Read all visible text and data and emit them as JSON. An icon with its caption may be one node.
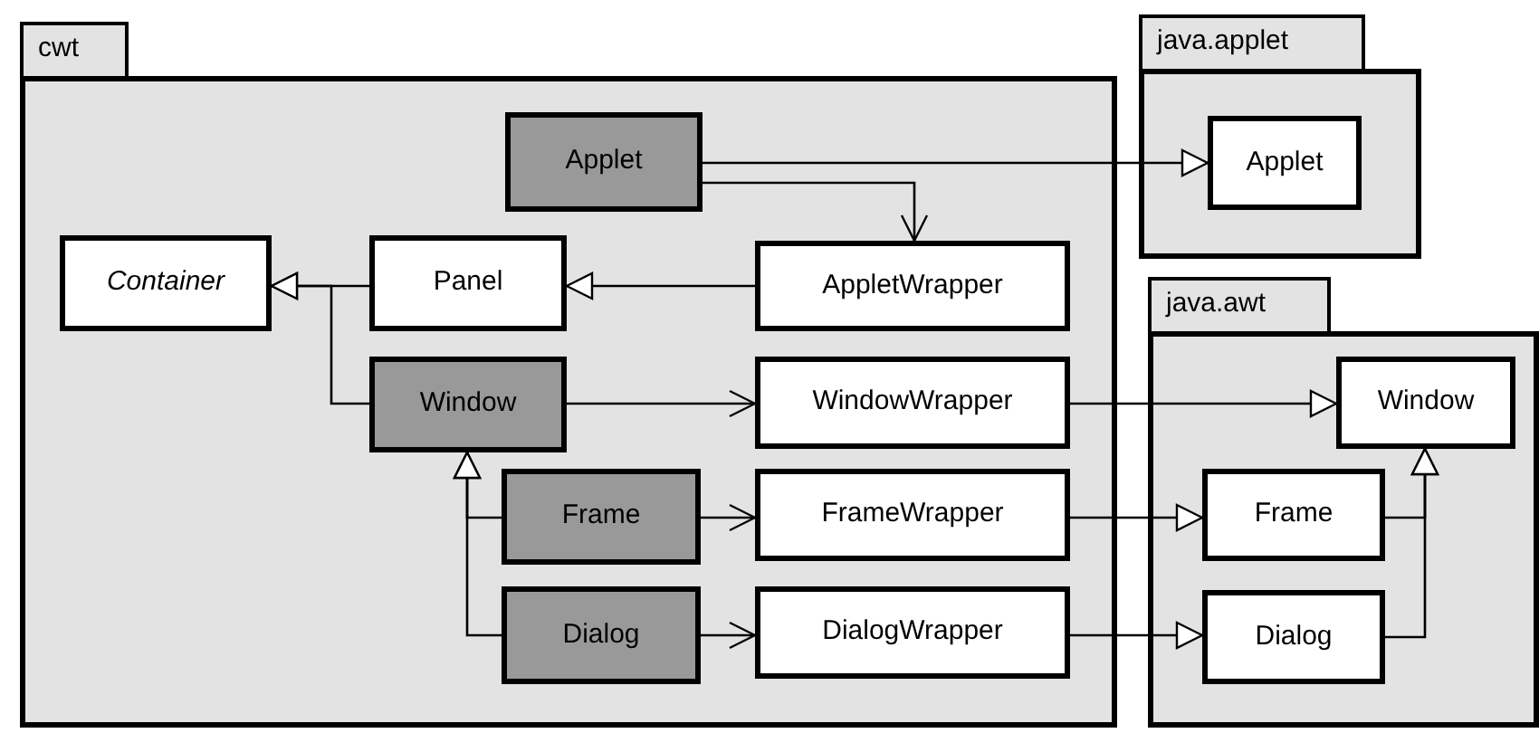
{
  "diagram": {
    "nodes": [
      {
        "text": [
          "cwt"
        ]
      },
      {
        "text": [
          "Applet"
        ],
        "in": 0
      },
      {
        "text": [
          "Container"
        ],
        "in": 0
      },
      {
        "text": [
          "Panel"
        ],
        "in": 0
      },
      {
        "text": [
          "AppletWrapper"
        ],
        "in": 0
      },
      {
        "text": [
          "Window"
        ],
        "in": 0
      },
      {
        "text": [
          "WindowWrapper"
        ],
        "in": 0
      },
      {
        "text": [
          "Frame"
        ],
        "in": 0
      },
      {
        "text": [
          "FrameWrapper"
        ],
        "in": 0
      },
      {
        "text": [
          "Dialog"
        ],
        "in": 0
      },
      {
        "text": [
          "DialogWrapper"
        ],
        "in": 0
      },
      {
        "text": [
          "java.applet"
        ]
      },
      {
        "text": [
          "Applet"
        ],
        "in": 11
      },
      {
        "text": [
          "java.awt"
        ]
      },
      {
        "text": [
          "Window"
        ],
        "in": 13
      },
      {
        "text": [
          "Frame"
        ],
        "in": 13
      },
      {
        "text": [
          "Dialog"
        ],
        "in": 13
      }
    ],
    "edges": [
      {
        "from": 1,
        "to": 12,
        "arrow": "to"
      },
      {
        "from": 1,
        "to": 4,
        "arrow": "to"
      },
      {
        "from": 3,
        "to": 2,
        "arrow": "to"
      },
      {
        "from": 5,
        "to": 2,
        "arrow": "to"
      },
      {
        "from": 4,
        "to": 3,
        "arrow": "to"
      },
      {
        "from": 5,
        "to": 6,
        "arrow": "to"
      },
      {
        "from": 6,
        "to": 14,
        "arrow": "to"
      },
      {
        "from": 7,
        "to": 5,
        "arrow": "to"
      },
      {
        "from": 9,
        "to": 5,
        "arrow": "to"
      },
      {
        "from": 7,
        "to": 8,
        "arrow": "to"
      },
      {
        "from": 9,
        "to": 10,
        "arrow": "to"
      },
      {
        "from": 8,
        "to": 15,
        "arrow": "to"
      },
      {
        "from": 10,
        "to": 16,
        "arrow": "to"
      },
      {
        "from": 15,
        "to": 14,
        "arrow": "to"
      },
      {
        "from": 16,
        "to": 14,
        "arrow": "to"
      }
    ]
  }
}
